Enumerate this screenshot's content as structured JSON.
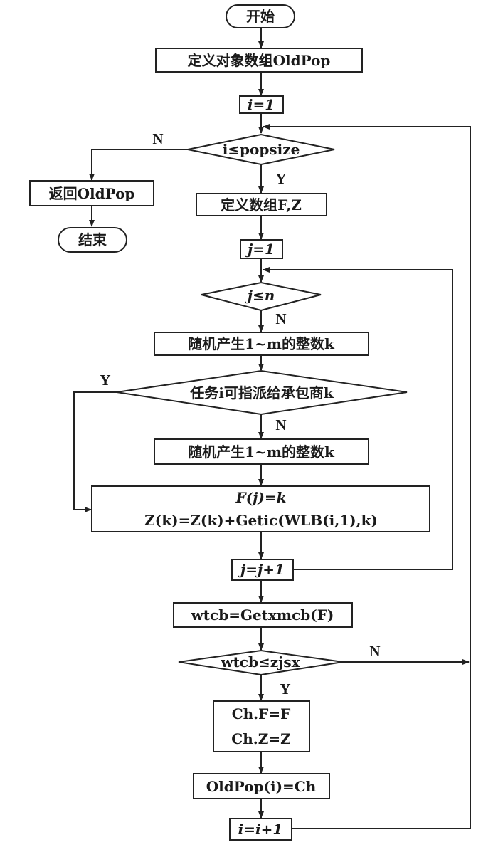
{
  "flowchart": {
    "start": "开始",
    "define_oldpop": "定义对象数组OldPop",
    "init_i": "i=1",
    "cond_i": "i≤popsize",
    "return_oldpop": "返回OldPop",
    "end": "结束",
    "define_fz": "定义数组F,Z",
    "init_j": "j=1",
    "cond_j": "j≤n",
    "rand_k_1": "随机产生1~m的整数k",
    "cond_assign": "任务i可指派给承包商k",
    "rand_k_2": "随机产生1~m的整数k",
    "assign_f": "F(j)=k",
    "assign_z": "Z(k)=Z(k)+Getic(WLB(i,1),k)",
    "inc_j": "j=j+1",
    "wtcb": "wtcb=Getxmcb(F)",
    "cond_wtcb": "wtcb≤zjsx",
    "ch_f": "Ch.F=F",
    "ch_z": "Ch.Z=Z",
    "store": "OldPop(i)=Ch",
    "inc_i": "i=i+1"
  },
  "labels": {
    "cond_i_no": "N",
    "cond_i_yes": "Y",
    "cond_j_no": "N",
    "cond_assign_yes": "Y",
    "cond_assign_no": "N",
    "cond_wtcb_no": "N",
    "cond_wtcb_yes": "Y"
  },
  "colors": {
    "stroke": "#222222",
    "text": "#1a1a1a",
    "background": "#ffffff"
  }
}
